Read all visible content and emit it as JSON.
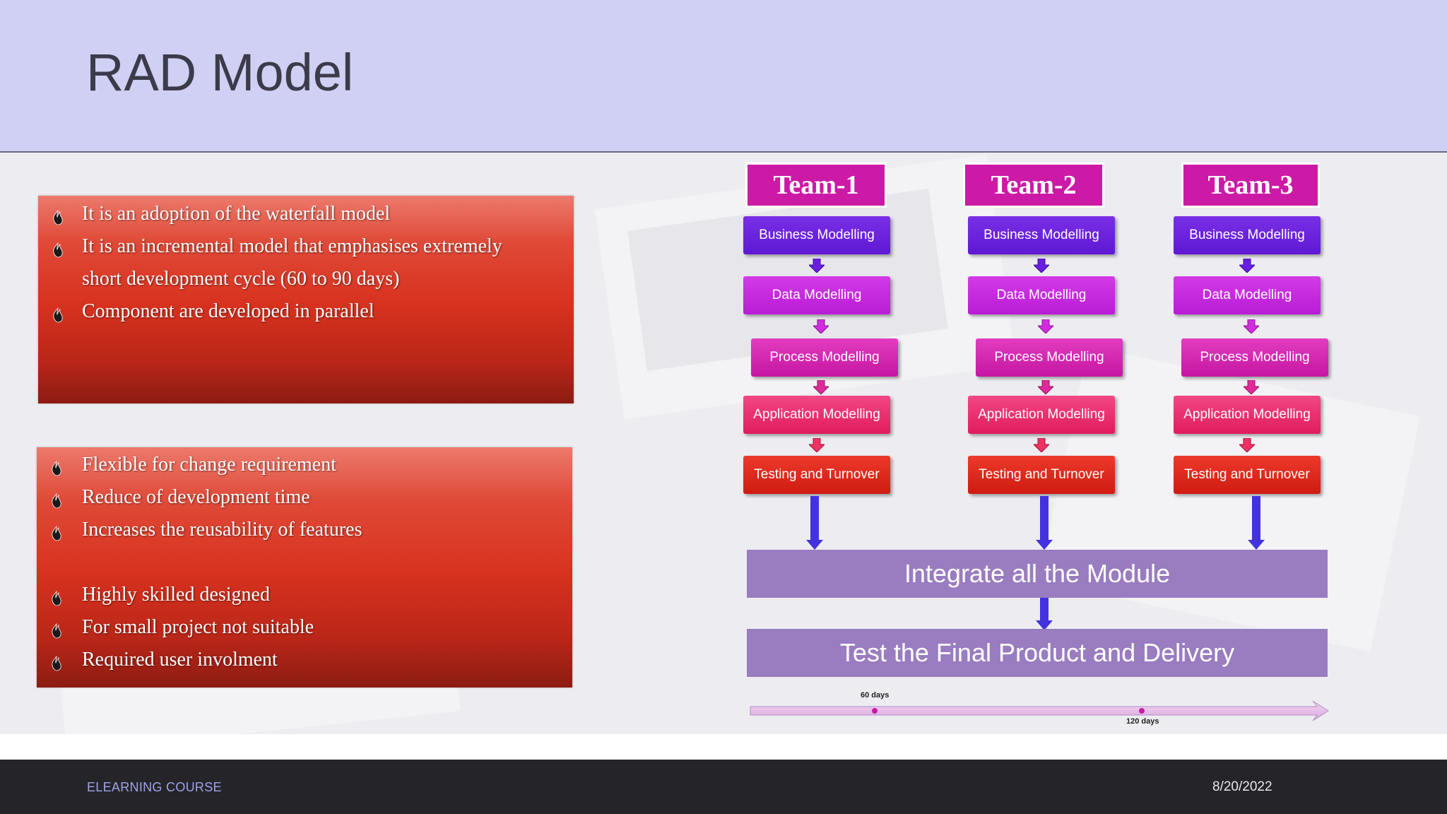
{
  "slide": {
    "title": "RAD Model",
    "footer_left": "ELEARNING COURSE",
    "footer_right": "8/20/2022"
  },
  "box1": {
    "bullets": [
      "It is an adoption of the waterfall model",
      " It is an incremental model that emphasises extremely",
      "short development cycle (60 to 90 days)",
      "Component are developed in parallel"
    ]
  },
  "box2": {
    "bullets": [
      "Flexible for change requirement",
      "Reduce of development time",
      "Increases the reusability of features",
      "Highly skilled designed",
      "For small project not suitable",
      "Required user involment"
    ]
  },
  "teams": [
    {
      "name": "Team-1",
      "stages": [
        "Business Modelling",
        "Data Modelling",
        "Process Modelling",
        "Application Modelling",
        "Testing and Turnover"
      ]
    },
    {
      "name": "Team-2",
      "stages": [
        "Business Modelling",
        "Data Modelling",
        "Process Modelling",
        "Application Modelling",
        "Testing and Turnover"
      ]
    },
    {
      "name": "Team-3",
      "stages": [
        "Business Modelling",
        "Data Modelling",
        "Process Modelling",
        "Application Modelling",
        "Testing and Turnover"
      ]
    }
  ],
  "integrate": "Integrate all the Module",
  "final": "Test the Final Product and Delivery",
  "timeline": {
    "label_60": "60 days",
    "label_120": "120 days"
  },
  "colors": {
    "header_bg": "#d0d0f4",
    "team_header": "#cc1aa6",
    "purple_bar": "#9a7cc0",
    "arrow_blue": "#4332e0"
  }
}
